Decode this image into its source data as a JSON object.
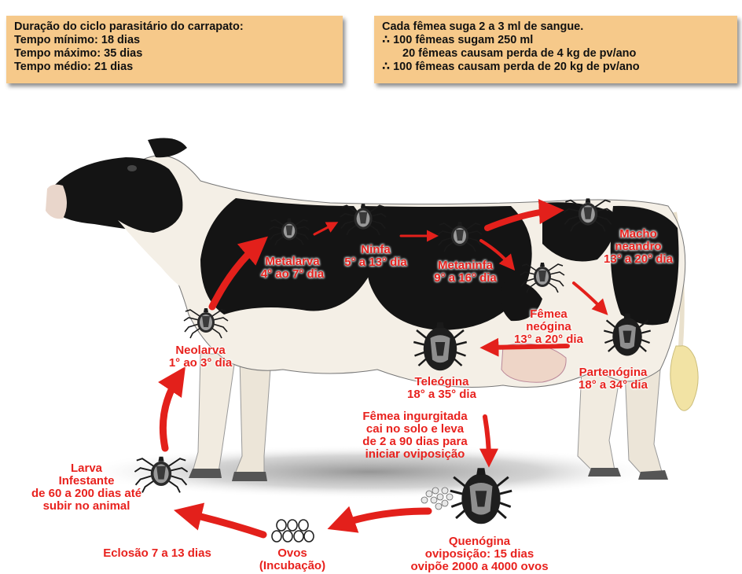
{
  "info_left": {
    "title": "Duração do ciclo parasitário do carrapato:",
    "min": "Tempo mínimo: 18 dias",
    "max": "Tempo máximo: 35 dias",
    "avg": "Tempo médio: 21 dias"
  },
  "info_right": {
    "line1": "Cada fêmea suga 2 a 3 ml de sangue.",
    "line2": "∴ 100 fêmeas sugam 250 ml",
    "line3": "20 fêmeas causam perda de 4 kg de pv/ano",
    "line4": "∴ 100 fêmeas causam perda de 20 kg de pv/ano"
  },
  "stages": {
    "metalarva": {
      "name": "Metalarva",
      "days": "4° ao 7° dia"
    },
    "ninfa": {
      "name": "Ninfa",
      "days": "5° a 13° dia"
    },
    "metaninfa": {
      "name": "Metaninfa",
      "days": "9° a 16° dia"
    },
    "macho": {
      "name1": "Macho",
      "name2": "neandro",
      "days": "13° a 20° dia"
    },
    "neogina": {
      "name1": "Fêmea",
      "name2": "neógina",
      "days": "13° a 20° dia"
    },
    "partenogina": {
      "name": "Partenógina",
      "days": "18° a 34° dia"
    },
    "teleogina": {
      "name": "Teleógina",
      "days": "18° a 35° dia"
    },
    "neolarva": {
      "name": "Neolarva",
      "days": "1° ao 3° dia"
    },
    "femea_ingurgitada": {
      "l1": "Fêmea ingurgitada",
      "l2": "cai no solo e leva",
      "l3": "de 2 a 90 dias para",
      "l4": "iniciar oviposição"
    },
    "larva": {
      "l1": "Larva",
      "l2": "Infestante",
      "l3": "de 60 a 200 dias até",
      "l4": "subir no animal"
    },
    "eclosao": {
      "text": "Eclosão 7 a 13 dias"
    },
    "ovos": {
      "name": "Ovos",
      "sub": "(Incubação)"
    },
    "quenogina": {
      "name": "Quenógina",
      "l2": "oviposição: 15 dias",
      "l3": "ovipõe 2000 a 4000 ovos"
    }
  },
  "colors": {
    "label_red": "#e8221e",
    "arrow_red": "#e3201b",
    "box_fill": "#f6c98a",
    "cow_black": "#141414",
    "cow_white": "#f4efe6"
  }
}
